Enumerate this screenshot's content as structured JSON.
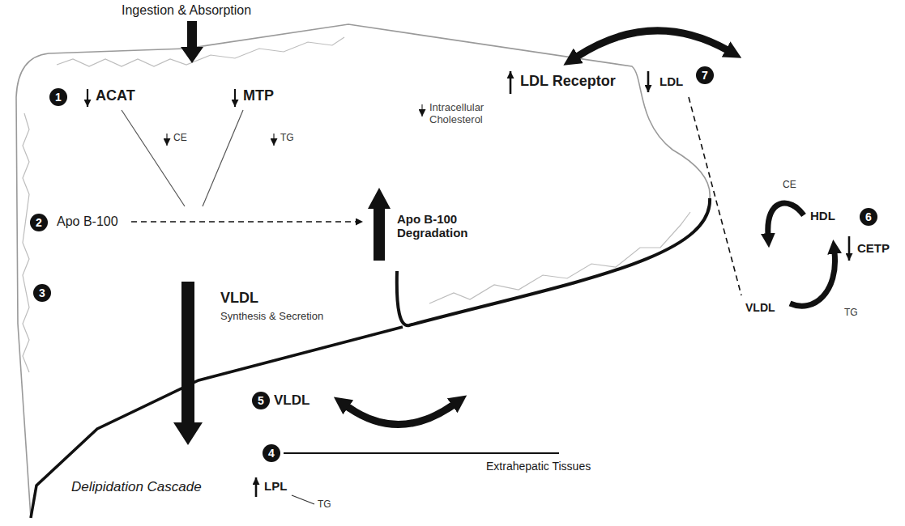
{
  "diagram": {
    "labels": [
      "Ingestion & Absorption",
      "1",
      "ACAT",
      "MTP",
      "CE",
      "TG",
      "Intracellular Cholesterol",
      "LDL Receptor",
      "LDL",
      "7",
      "2",
      "Apo B-100",
      "Apo B-100 Degradation",
      "3",
      "VLDL",
      "Synthesis & Secretion",
      "CE",
      "HDL",
      "6",
      "CETP",
      "VLDL",
      "TG",
      "5",
      "VLDL",
      "4",
      "Extrahepatic Tissues",
      "Delipidation Cascade",
      "LPL",
      "TG"
    ]
  }
}
